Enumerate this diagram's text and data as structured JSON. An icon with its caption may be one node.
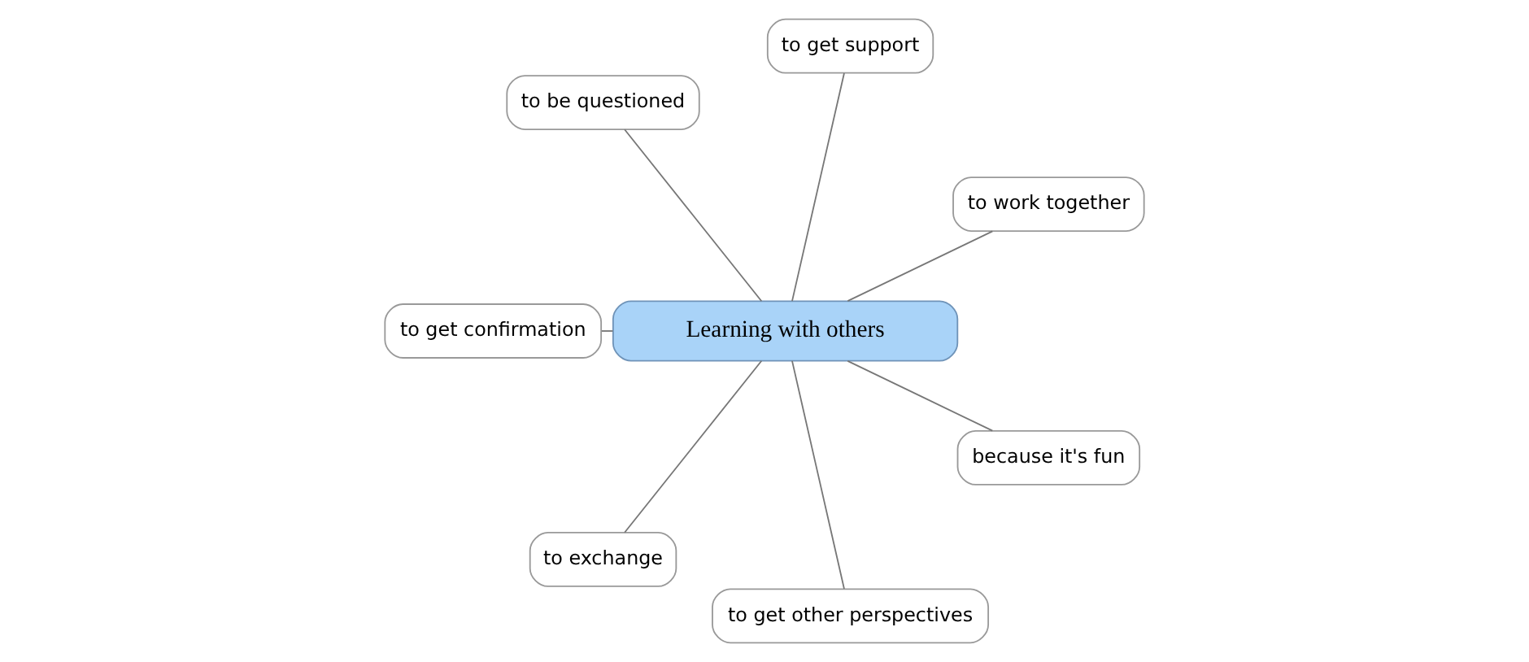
{
  "diagram": {
    "nodes": [
      {
        "text": [
          "Learning with others"
        ]
      },
      {
        "text": [
          "to work together"
        ]
      },
      {
        "text": [
          "to get support"
        ]
      },
      {
        "text": [
          "to be questioned"
        ]
      },
      {
        "text": [
          "to get confirmation"
        ]
      },
      {
        "text": [
          "to exchange"
        ]
      },
      {
        "text": [
          "to get other perspectives"
        ]
      },
      {
        "text": [
          "because it's fun"
        ]
      }
    ],
    "edges": [
      {
        "from": 0,
        "to": 1,
        "arrow": "none"
      },
      {
        "from": 0,
        "to": 2,
        "arrow": "none"
      },
      {
        "from": 0,
        "to": 3,
        "arrow": "none"
      },
      {
        "from": 0,
        "to": 4,
        "arrow": "none"
      },
      {
        "from": 0,
        "to": 5,
        "arrow": "none"
      },
      {
        "from": 0,
        "to": 6,
        "arrow": "none"
      },
      {
        "from": 0,
        "to": 7,
        "arrow": "none"
      }
    ]
  }
}
